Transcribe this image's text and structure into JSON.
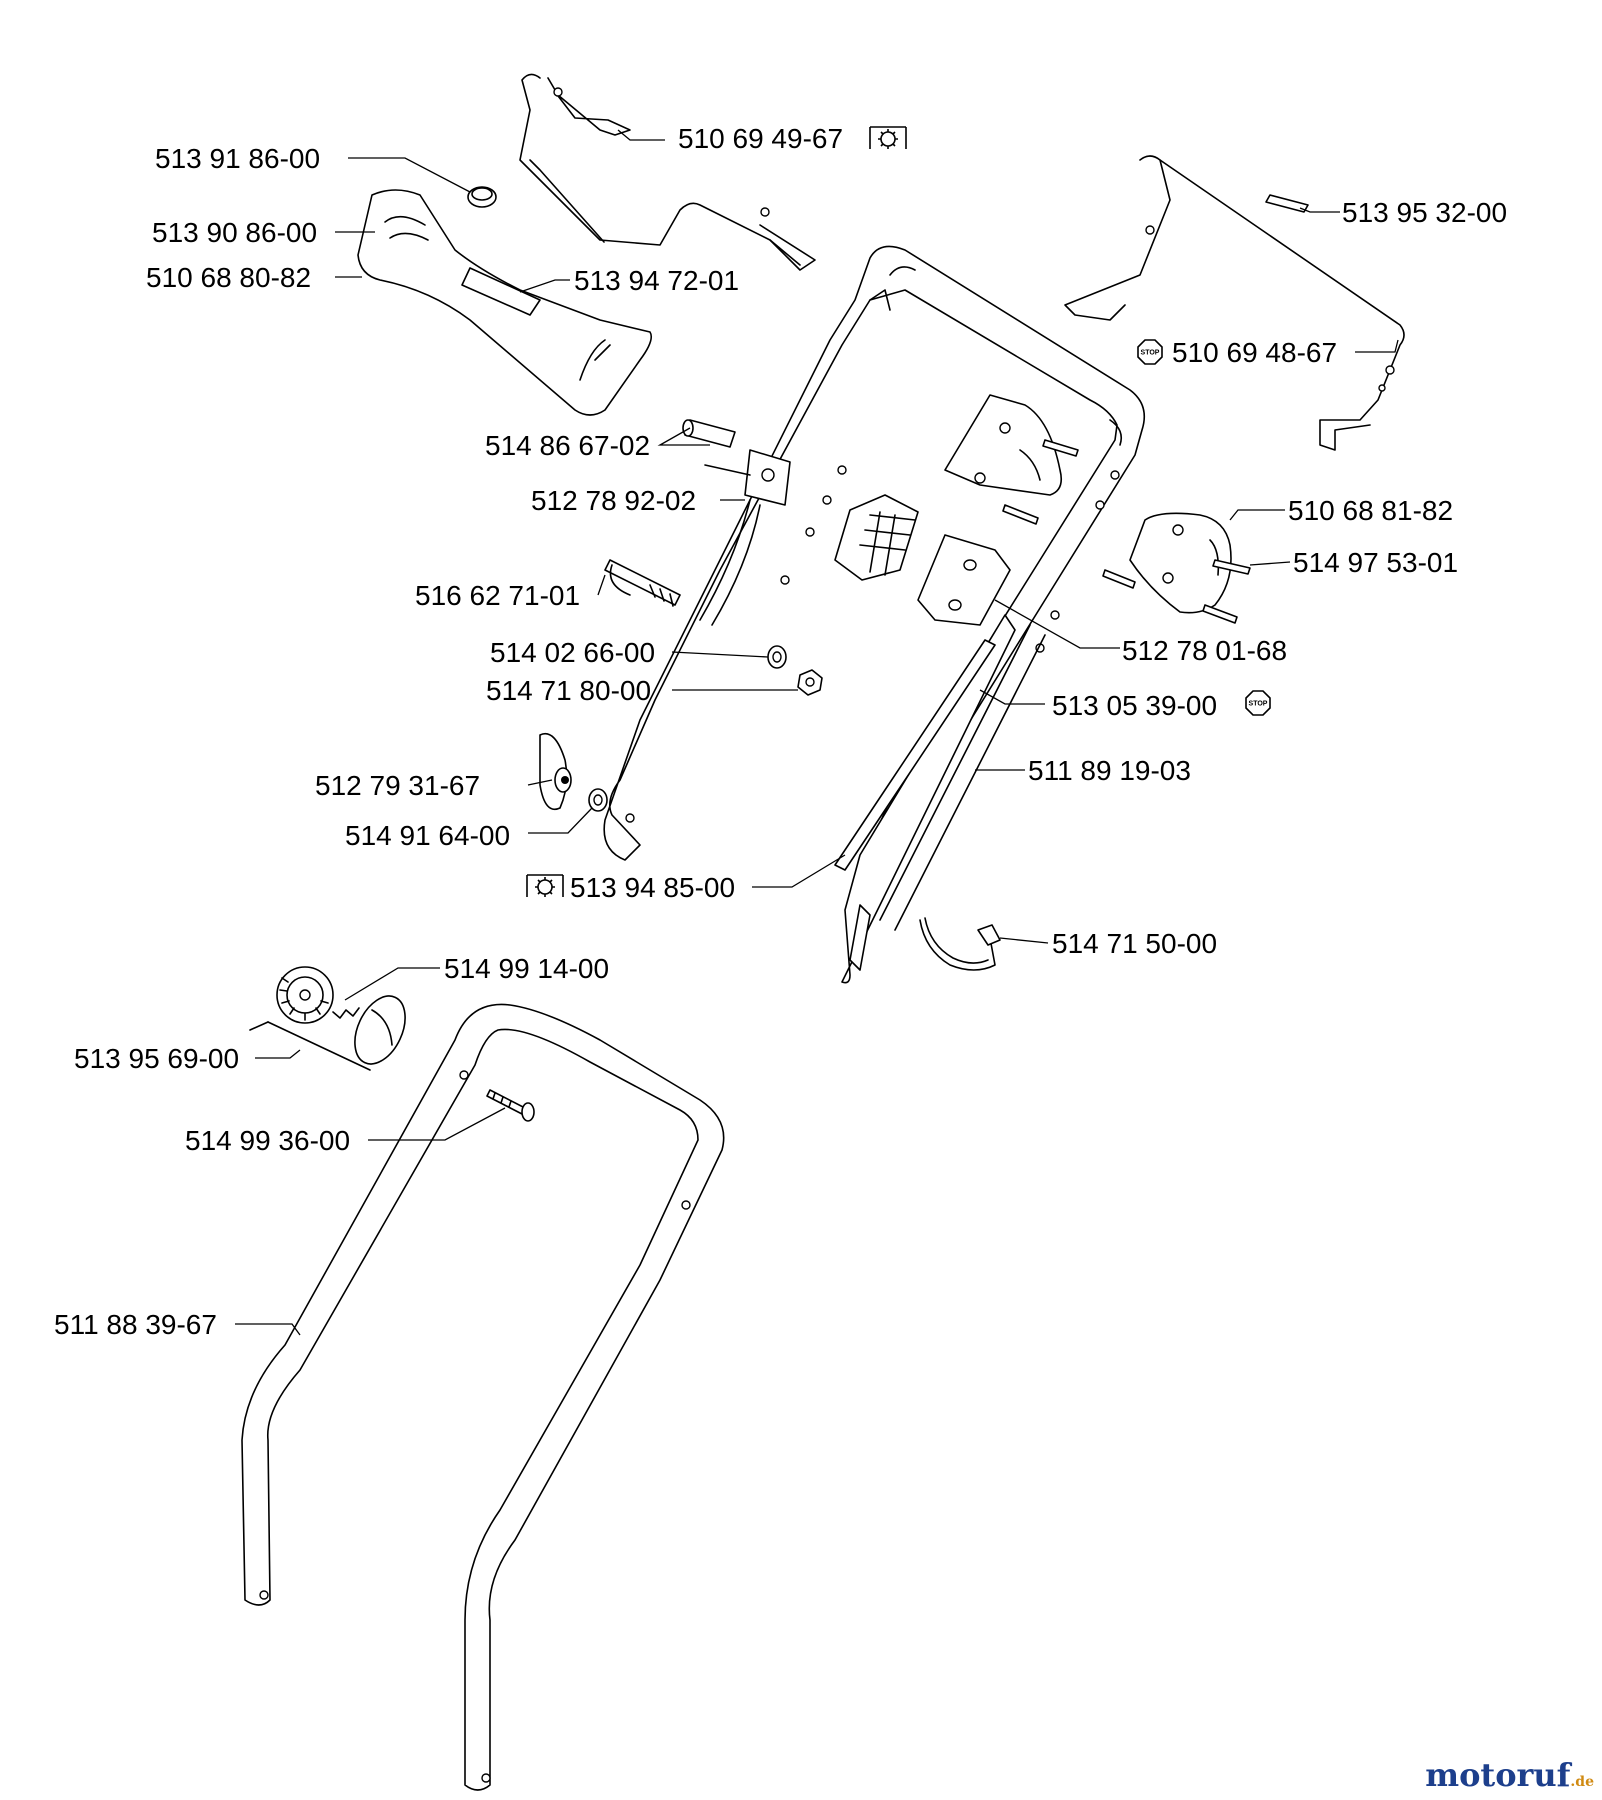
{
  "diagram": {
    "part_labels": [
      "513 91 86-00",
      "513 90 86-00",
      "510 68 80-82",
      "513 94 72-01",
      "510 69 49-67",
      "513 95 32-00",
      "510 69 48-67",
      "514 86 67-02",
      "512 78 92-02",
      "510 68 81-82",
      "514 97 53-01",
      "516 62 71-01",
      "512 78 01-68",
      "514 02 66-00",
      "514 71 80-00",
      "513 05 39-00",
      "511 89 19-03",
      "512 79 31-67",
      "514 91 64-00",
      "513 94 85-00",
      "514 71 50-00",
      "514 99 14-00",
      "513 95 69-00",
      "514 99 36-00",
      "511 88 39-67"
    ],
    "symbol_labels": {
      "stop": "STOP"
    }
  },
  "watermark": {
    "brand": "motoruf",
    "tld": ".de"
  }
}
